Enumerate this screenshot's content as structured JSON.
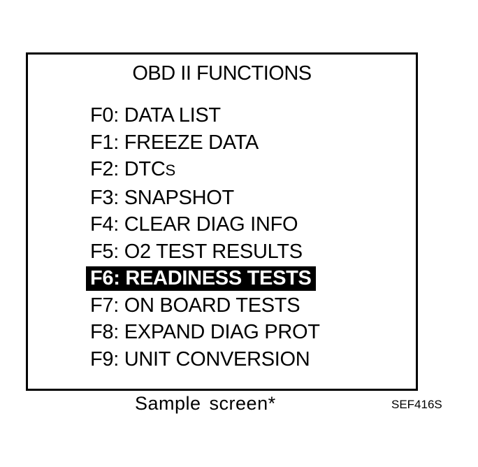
{
  "screen": {
    "title": "OBD II FUNCTIONS",
    "menu": [
      {
        "key": "F0:",
        "label": "DATA LIST",
        "selected": false
      },
      {
        "key": "F1:",
        "label": "FREEZE DATA",
        "selected": false
      },
      {
        "key": "F2:",
        "label": "DTC",
        "label_suffix_smallcaps": "S",
        "selected": false
      },
      {
        "key": "F3:",
        "label": "SNAPSHOT",
        "selected": false
      },
      {
        "key": "F4:",
        "label": "CLEAR DIAG INFO",
        "selected": false
      },
      {
        "key": "F5:",
        "label": "O2 TEST RESULTS",
        "selected": false
      },
      {
        "key": "F6:",
        "label": "READINESS TESTS",
        "selected": true
      },
      {
        "key": "F7:",
        "label": "ON BOARD TESTS",
        "selected": false
      },
      {
        "key": "F8:",
        "label": "EXPAND DIAG PROT",
        "selected": false
      },
      {
        "key": "F9:",
        "label": "UNIT CONVERSION",
        "selected": false
      }
    ],
    "colors": {
      "foreground": "#000000",
      "background": "#ffffff",
      "highlight_bg": "#000000",
      "highlight_fg": "#ffffff"
    }
  },
  "caption": "Sample screen*",
  "figure_code": "SEF416S"
}
